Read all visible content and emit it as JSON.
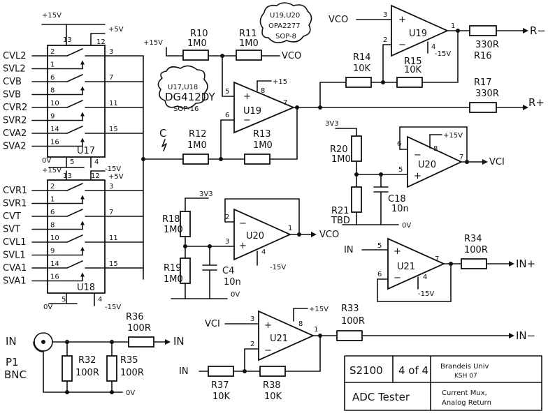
{
  "u17": {
    "name": "U17",
    "vplus": "+15V",
    "vl": "+5V",
    "gnd": "0V",
    "vminus": "-15V",
    "pwr_pins": [
      "13",
      "12",
      "5",
      "4"
    ],
    "channels": [
      {
        "label": "CVL2",
        "pin": "2",
        "out_pin": "3"
      },
      {
        "label": "SVL2",
        "pin": "1",
        "out_pin": ""
      },
      {
        "label": "CVB",
        "pin": "6",
        "out_pin": "7"
      },
      {
        "label": "SVB",
        "pin": "8",
        "out_pin": ""
      },
      {
        "label": "CVR2",
        "pin": "10",
        "out_pin": "11"
      },
      {
        "label": "SVR2",
        "pin": "9",
        "out_pin": ""
      },
      {
        "label": "CVA2",
        "pin": "14",
        "out_pin": "15"
      },
      {
        "label": "SVA2",
        "pin": "16",
        "out_pin": ""
      }
    ]
  },
  "u18": {
    "name": "U18",
    "vplus": "+15V",
    "vl": "+5V",
    "gnd": "0V",
    "vminus": "-15V",
    "pwr_pins": [
      "13",
      "12",
      "5",
      "4"
    ],
    "channels": [
      {
        "label": "CVR1",
        "pin": "2",
        "out_pin": "3"
      },
      {
        "label": "SVR1",
        "pin": "1",
        "out_pin": ""
      },
      {
        "label": "CVT",
        "pin": "6",
        "out_pin": "7"
      },
      {
        "label": "SVT",
        "pin": "8",
        "out_pin": ""
      },
      {
        "label": "CVL1",
        "pin": "10",
        "out_pin": "11"
      },
      {
        "label": "SVL1",
        "pin": "9",
        "out_pin": ""
      },
      {
        "label": "CVA1",
        "pin": "14",
        "out_pin": "15"
      },
      {
        "label": "SVA1",
        "pin": "16",
        "out_pin": ""
      }
    ]
  },
  "node_c": "C",
  "notes": {
    "u17_u18": [
      "U17,U18",
      "DG412DY",
      "SOP-16"
    ],
    "u19": [
      "U19,U20",
      "OPA2277",
      "SOP-8"
    ]
  },
  "nets": {
    "vco": "VCO",
    "vci": "VCI",
    "in": "IN"
  },
  "u19a": {
    "name": "U19",
    "plus": "+",
    "minus": "−",
    "pins": [
      "3",
      "2",
      "1",
      "4"
    ],
    "vminus_pin": "-15V"
  },
  "u19b": {
    "name": "U19",
    "plus": "+",
    "minus": "−",
    "pins": [
      "5",
      "6",
      "8",
      "7"
    ],
    "vplus_pin": "+15",
    "vplus_in": "+15V"
  },
  "u20a": {
    "name": "U20",
    "plus": "+",
    "minus": "−",
    "pins": [
      "6",
      "5",
      "8",
      "7"
    ],
    "vplus_pin": "+15V",
    "rail": "3V3",
    "gnd": "0V"
  },
  "u20b": {
    "name": "U20",
    "plus": "+",
    "minus": "−",
    "pins": [
      "2",
      "3",
      "1",
      "4"
    ],
    "vminus_pin": "-15V",
    "rail": "3V3",
    "gnd": "0V"
  },
  "u21a": {
    "name": "U21",
    "plus": "+",
    "minus": "−",
    "pins": [
      "5",
      "6",
      "7",
      "4"
    ],
    "vminus_pin": "-15V"
  },
  "u21b": {
    "name": "U21",
    "plus": "+",
    "minus": "−",
    "pins": [
      "3",
      "2",
      "8",
      "1"
    ],
    "vplus_pin": "+15V"
  },
  "r10": {
    "ref": "R10",
    "val": "1M0"
  },
  "r11": {
    "ref": "R11",
    "val": "1M0"
  },
  "r12": {
    "ref": "R12",
    "val": "1M0"
  },
  "r13": {
    "ref": "R13",
    "val": "1M0"
  },
  "r14": {
    "ref": "R14",
    "val": "10K"
  },
  "r15": {
    "ref": "R15",
    "val": "10K"
  },
  "r16": {
    "ref": "R16",
    "val": "330R"
  },
  "r17": {
    "ref": "R17",
    "val": "330R"
  },
  "r18": {
    "ref": "R18",
    "val": "1M0"
  },
  "r19": {
    "ref": "R19",
    "val": "1M0"
  },
  "r20": {
    "ref": "R20",
    "val": "1M0"
  },
  "r21": {
    "ref": "R21",
    "val": "TBD"
  },
  "r32": {
    "ref": "R32",
    "val": "100R"
  },
  "r33": {
    "ref": "R33",
    "val": "100R"
  },
  "r34": {
    "ref": "R34",
    "val": "100R"
  },
  "r35": {
    "ref": "R35",
    "val": "100R"
  },
  "r36": {
    "ref": "R36",
    "val": "100R"
  },
  "r37": {
    "ref": "R37",
    "val": "10K"
  },
  "r38": {
    "ref": "R38",
    "val": "10K"
  },
  "c4": {
    "ref": "C4",
    "val": "10n"
  },
  "c18": {
    "ref": "C18",
    "val": "10n"
  },
  "outputs": {
    "r_minus": "R−",
    "r_plus": "R+",
    "in_plus": "IN+",
    "in_minus": "IN−"
  },
  "bnc": {
    "in_label": "IN",
    "ref": "P1",
    "type": "BNC",
    "gnd": "0V",
    "out": "IN"
  },
  "title_block": {
    "project": "S2100",
    "sheet": "4 of 4",
    "org": "Brandeis Univ",
    "author": "KSH 07",
    "name": "ADC Tester",
    "description": [
      "Current Mux,",
      "Analog Return"
    ]
  }
}
